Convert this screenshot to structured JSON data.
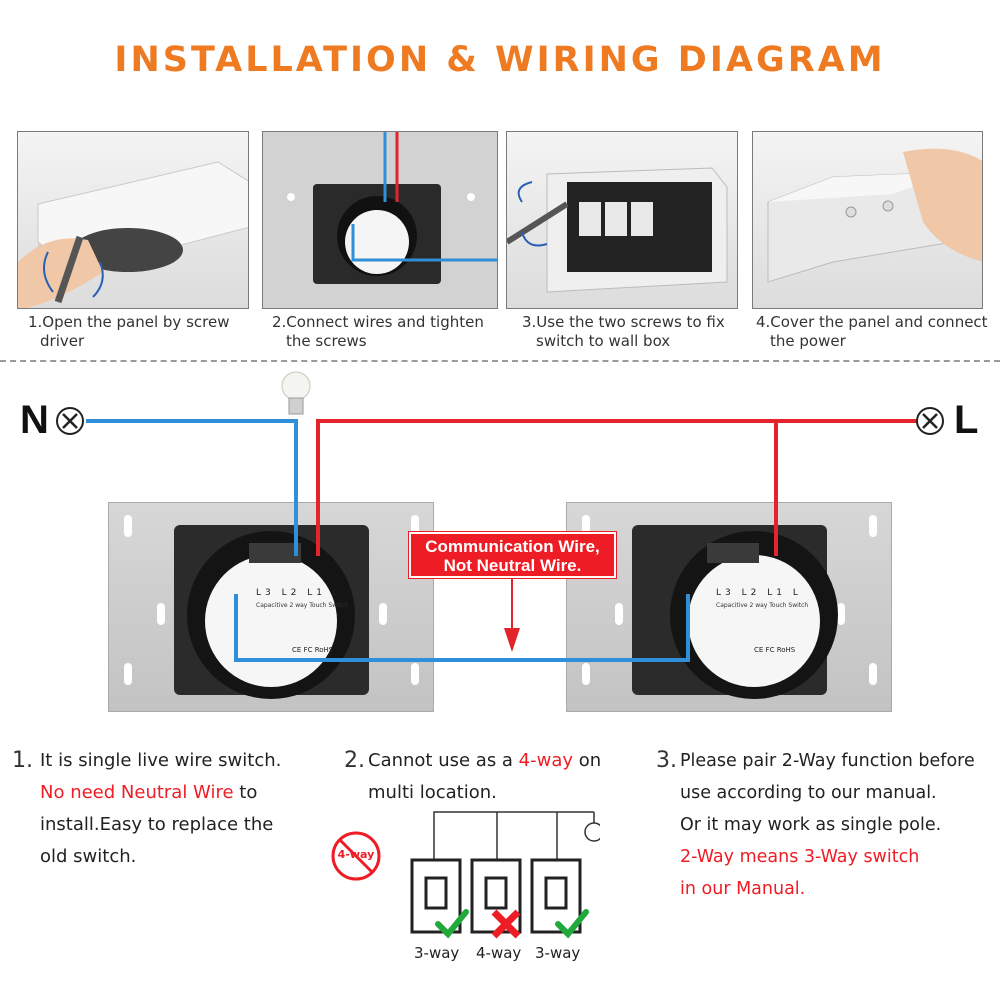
{
  "title": "INSTALLATION & WIRING DIAGRAM",
  "steps": [
    {
      "caption_line1": "1.Open the panel by screw",
      "caption_line2": "driver"
    },
    {
      "caption_line1": "2.Connect wires and tighten",
      "caption_line2": "the screws"
    },
    {
      "caption_line1": "3.Use the two screws to fix",
      "caption_line2": "switch to wall box"
    },
    {
      "caption_line1": "4.Cover the panel and connect",
      "caption_line2": "the power"
    }
  ],
  "wiring": {
    "neutral_label": "N",
    "live_label": "L",
    "callout_line1": "Communication Wire,",
    "callout_line2": "Not Neutral Wire.",
    "terminals": [
      "L3",
      "L2",
      "L1",
      "L"
    ],
    "module_title": "Capacitive 2 way Touch Switch",
    "cert_labels": [
      "CE",
      "FC",
      "RoHS"
    ],
    "colors": {
      "neutral": "#2f8fd8",
      "live": "#e3242b",
      "accent": "#ee7a22"
    }
  },
  "notes": {
    "note1": {
      "num": "1.",
      "line1": "It is single live wire switch.",
      "line2_red": "No need Neutral Wire",
      "line2_rest": " to",
      "line3": "install.Easy to replace the",
      "line4": "old switch."
    },
    "note2": {
      "num": "2.",
      "line1_pre": "Cannot use as a ",
      "line1_red": "4-way",
      "line1_post": " on",
      "line2": "multi location.",
      "badge": "4-way",
      "way_labels": [
        "3-way",
        "4-way",
        "3-way"
      ]
    },
    "note3": {
      "num": "3.",
      "line1": "Please pair 2-Way function before",
      "line2": "use according to our manual.",
      "line3": "Or it may work as single pole.",
      "line4_red": "2-Way means 3-Way switch",
      "line5_red": "in our Manual."
    }
  }
}
